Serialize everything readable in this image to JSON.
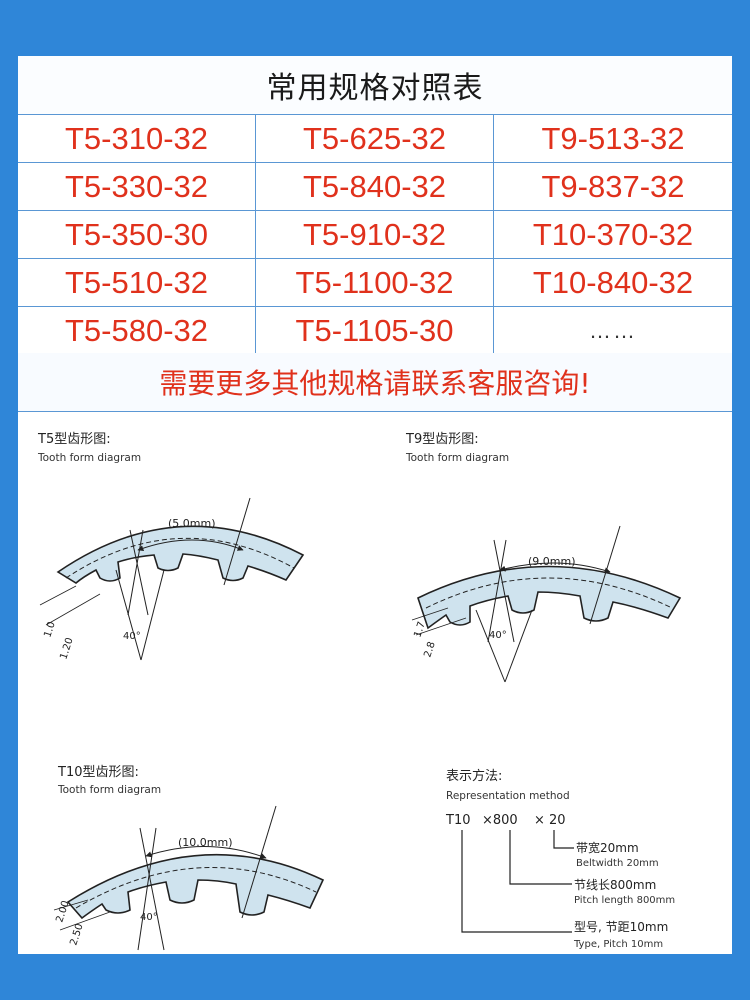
{
  "table": {
    "title": "常用规格对照表",
    "rows": [
      [
        "T5-310-32",
        "T5-625-32",
        "T9-513-32"
      ],
      [
        "T5-330-32",
        "T5-840-32",
        "T9-837-32"
      ],
      [
        "T5-350-30",
        "T5-910-32",
        "T10-370-32"
      ],
      [
        "T5-510-32",
        "T5-1100-32",
        "T10-840-32"
      ],
      [
        "T5-580-32",
        "T5-1105-30",
        "……"
      ]
    ],
    "contact_note": "需要更多其他规格请联系客服咨询!"
  },
  "diagrams": {
    "t5": {
      "title_cn": "T5型齿形图:",
      "title_en": "Tooth form diagram",
      "pitch": "(5.0mm)",
      "dim_a": "1.0",
      "dim_b": "1.20",
      "angle": "40°"
    },
    "t9": {
      "title_cn": "T9型齿形图:",
      "title_en": "Tooth form diagram",
      "pitch": "(9.0mm)",
      "dim_a": "1.7",
      "dim_b": "2.8",
      "angle": "40°"
    },
    "t10": {
      "title_cn": "T10型齿形图:",
      "title_en": "Tooth form diagram",
      "pitch": "(10.0mm)",
      "dim_a": "2.00",
      "dim_b": "2.50",
      "angle": "40°"
    }
  },
  "representation": {
    "title_cn": "表示方法:",
    "title_en": "Representation method",
    "code_a": "T10",
    "code_b": "×800",
    "code_c": "× 20",
    "width_cn": "带宽20mm",
    "width_en": "Beltwidth 20mm",
    "pitch_len_cn": "节线长800mm",
    "pitch_len_en": "Pitch length 800mm",
    "type_cn": "型号, 节距10mm",
    "type_en": "Type, Pitch 10mm"
  },
  "colors": {
    "background": "#2f86d8",
    "spec_text": "#e0311c",
    "belt_fill": "#cfe3ee",
    "grid_line": "#5a97d4"
  }
}
